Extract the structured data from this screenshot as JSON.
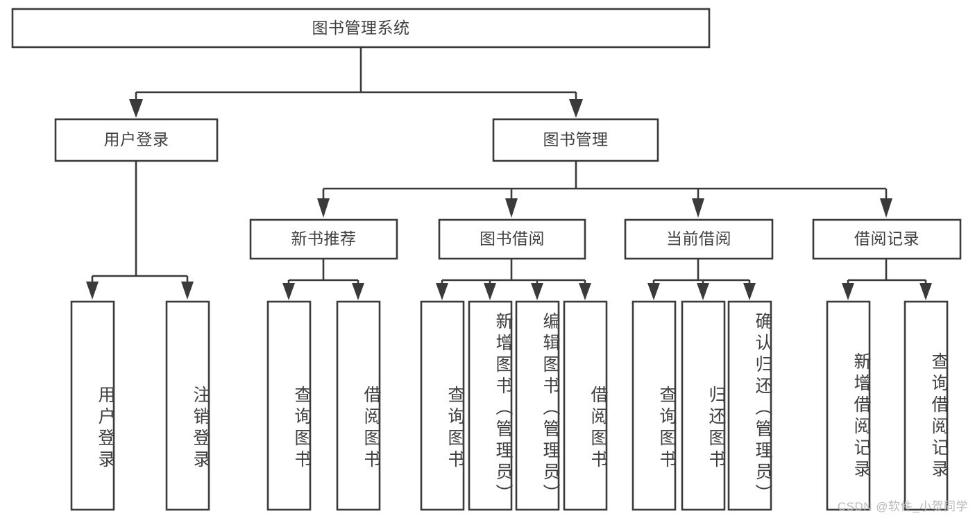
{
  "diagram": {
    "title": "图书管理系统",
    "type": "tree",
    "watermark": "CSDN @软件_小贺同学",
    "colors": {
      "stroke": "#3a3a3a",
      "text": "#3f3f3f",
      "background": "#ffffff",
      "watermark": "#b9b9b9"
    },
    "levels": {
      "root": {
        "label": "图书管理系统"
      },
      "level2": [
        {
          "label": "用户登录"
        },
        {
          "label": "图书管理"
        }
      ],
      "level3": [
        {
          "label": "新书推荐"
        },
        {
          "label": "图书借阅"
        },
        {
          "label": "当前借阅"
        },
        {
          "label": "借阅记录"
        }
      ],
      "leaves": {
        "user_login": [
          {
            "label": "用户登录"
          },
          {
            "label": "注销登录"
          }
        ],
        "new_book_recommend": [
          {
            "label": "查询图书"
          },
          {
            "label": "借阅图书"
          }
        ],
        "book_borrow": [
          {
            "label": "查询图书"
          },
          {
            "label": "新增图书（管理员）"
          },
          {
            "label": "编辑图书（管理员）"
          },
          {
            "label": "借阅图书"
          }
        ],
        "current_borrow": [
          {
            "label": "查询图书"
          },
          {
            "label": "归还图书"
          },
          {
            "label": "确认归还（管理员）"
          }
        ],
        "borrow_record": [
          {
            "label": "新增借阅记录"
          },
          {
            "label": "查询借阅记录"
          }
        ]
      }
    }
  }
}
